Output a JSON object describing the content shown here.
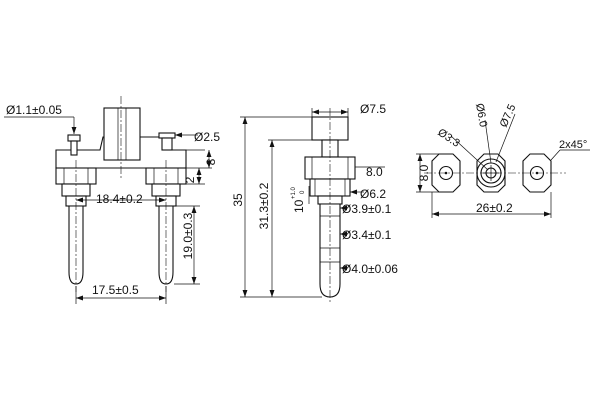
{
  "left_view": {
    "pin_tip_diameter": "Ø1.1±0.05",
    "rivet_diameter": "Ø2.5",
    "height_8": "8",
    "height_2": "2",
    "pin_spacing_top": "18.4±0.2",
    "pin_length": "19.0±0.3",
    "pin_spacing_bottom": "17.5±0.5"
  },
  "side_view": {
    "top_diameter": "Ø7.5",
    "overall_height": "35",
    "body_height": "31.3±0.2",
    "hex_width": "8.0",
    "collar_diameter": "Ø6.2",
    "tolerance_main": "10",
    "tolerance_sup": "+1.0",
    "tolerance_sub": "0",
    "shaft_diameter_1": "Ø3.9±0.1",
    "shaft_diameter_2": "Ø3.4±0.1",
    "tip_diameter": "Ø4.0±0.06"
  },
  "top_view": {
    "d33": "Ø3.3",
    "d60": "Ø6.0",
    "d75": "Ø7.5",
    "chamfer": "2x45°",
    "height": "8.0",
    "spacing": "26±0.2"
  }
}
